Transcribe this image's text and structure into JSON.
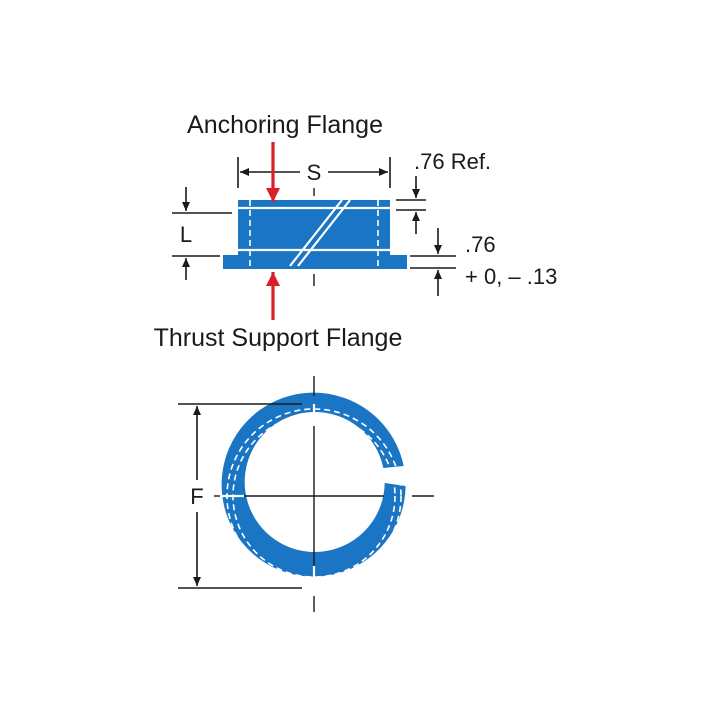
{
  "labels": {
    "anchoring_flange": "Anchoring Flange",
    "thrust_support_flange": "Thrust Support Flange",
    "dim_s": "S",
    "dim_l": "L",
    "dim_f": "F",
    "ref_thickness": ".76 Ref.",
    "flange_thickness": ".76",
    "flange_tolerance": "+ 0, – .13"
  },
  "colors": {
    "part_fill": "#1a75c4",
    "arrow": "#d8202a",
    "line": "#1a1a1a"
  }
}
